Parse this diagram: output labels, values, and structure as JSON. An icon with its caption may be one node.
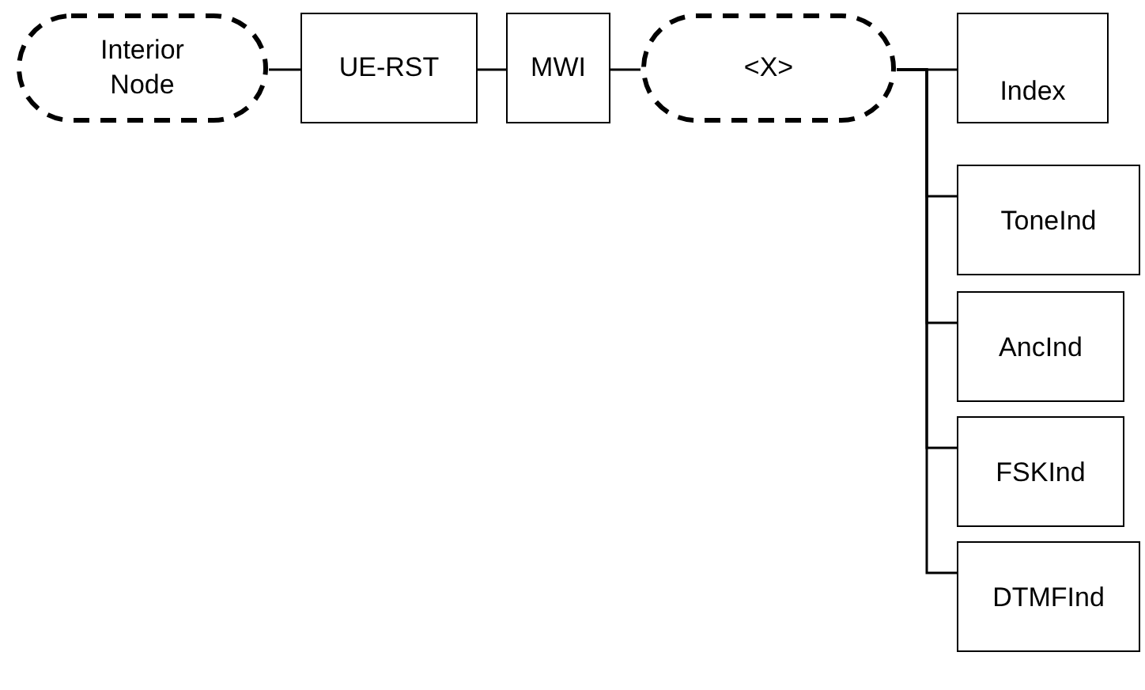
{
  "diagram": {
    "nodes": [
      {
        "text": [
          "Interior Node"
        ]
      },
      {
        "text": [
          "UE-RST"
        ]
      },
      {
        "text": [
          "MWI"
        ]
      },
      {
        "text": [
          "<X>"
        ]
      },
      {
        "text": [
          "Index"
        ]
      },
      {
        "text": [
          "ToneInd"
        ]
      },
      {
        "text": [
          "AncInd"
        ]
      },
      {
        "text": [
          "FSKInd"
        ]
      },
      {
        "text": [
          "DTMFInd"
        ]
      }
    ],
    "edges": [
      {
        "from": 0,
        "to": 1,
        "arrow": "none"
      },
      {
        "from": 1,
        "to": 2,
        "arrow": "none"
      },
      {
        "from": 2,
        "to": 3,
        "arrow": "none"
      },
      {
        "from": 3,
        "to": 4,
        "arrow": "none"
      },
      {
        "from": 3,
        "to": 5,
        "arrow": "none"
      },
      {
        "from": 3,
        "to": 6,
        "arrow": "none"
      },
      {
        "from": 3,
        "to": 7,
        "arrow": "none"
      },
      {
        "from": 3,
        "to": 8,
        "arrow": "none"
      }
    ]
  }
}
